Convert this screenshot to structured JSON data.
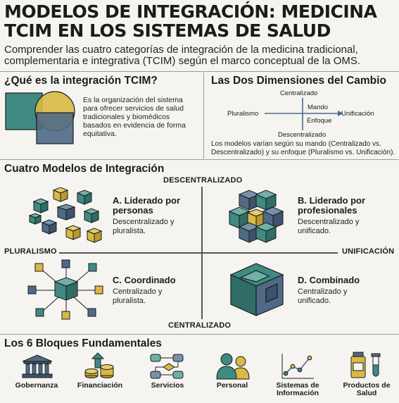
{
  "header": {
    "title_line1": "MODELOS DE INTEGRACIÓN: MEDICINA",
    "title_line2": "TCIM EN LOS SISTEMAS DE SALUD",
    "subtitle": "Comprender las cuatro categorías de integración de la medicina tradicional, complementaria e integrativa (TCIM) según el marco conceptual de la OMS."
  },
  "what_is": {
    "heading": "¿Qué es la integración TCIM?",
    "text": "Es la organización del sistema para ofrecer servicios de salud tradicionales y biomédicos basados en evidencia de forma equitativa."
  },
  "dimensions": {
    "heading": "Las Dos Dimensiones del Cambio",
    "top": "Centralizado",
    "left": "Pluralismo",
    "right": "Unificación",
    "bottom": "Descentralizado",
    "mando": "Mando",
    "enfoque": "Enfoque",
    "note": "Los modelos varían según su mando (Centralizado vs. Descentralizado) y su enfoque (Pluralismo vs. Unificación)."
  },
  "models": {
    "heading": "Cuatro Modelos de Integración",
    "axis_top": "DESCENTRALIZADO",
    "axis_bottom": "CENTRALIZADO",
    "axis_left": "PLURALISMO",
    "axis_right": "UNIFICACIÓN",
    "a_name": "A. Liderado por personas",
    "a_desc": "Descentralizado y pluralista.",
    "b_name": "B. Liderado por profesionales",
    "b_desc": "Descentralizado y unificado.",
    "c_name": "C. Coordinado",
    "c_desc": "Centralizado y pluralista.",
    "d_name": "D. Combinado",
    "d_desc": "Centralizado y unificado."
  },
  "blocks": {
    "heading": "Los 6 Bloques Fundamentales",
    "items": [
      {
        "label": "Gobernanza",
        "icon": "government-building-icon"
      },
      {
        "label": "Financiación",
        "icon": "coins-growth-icon"
      },
      {
        "label": "Servicios",
        "icon": "workflow-icon"
      },
      {
        "label": "Personal",
        "icon": "people-icon"
      },
      {
        "label": "Sistemas de Información",
        "icon": "line-chart-icon"
      },
      {
        "label": "Productos de Salud",
        "icon": "medicine-bottle-icon"
      }
    ]
  },
  "colors": {
    "teal": "#3f8a82",
    "mustard": "#d9b944",
    "slate": "#4f6a86",
    "ink": "#1b1b1b"
  }
}
